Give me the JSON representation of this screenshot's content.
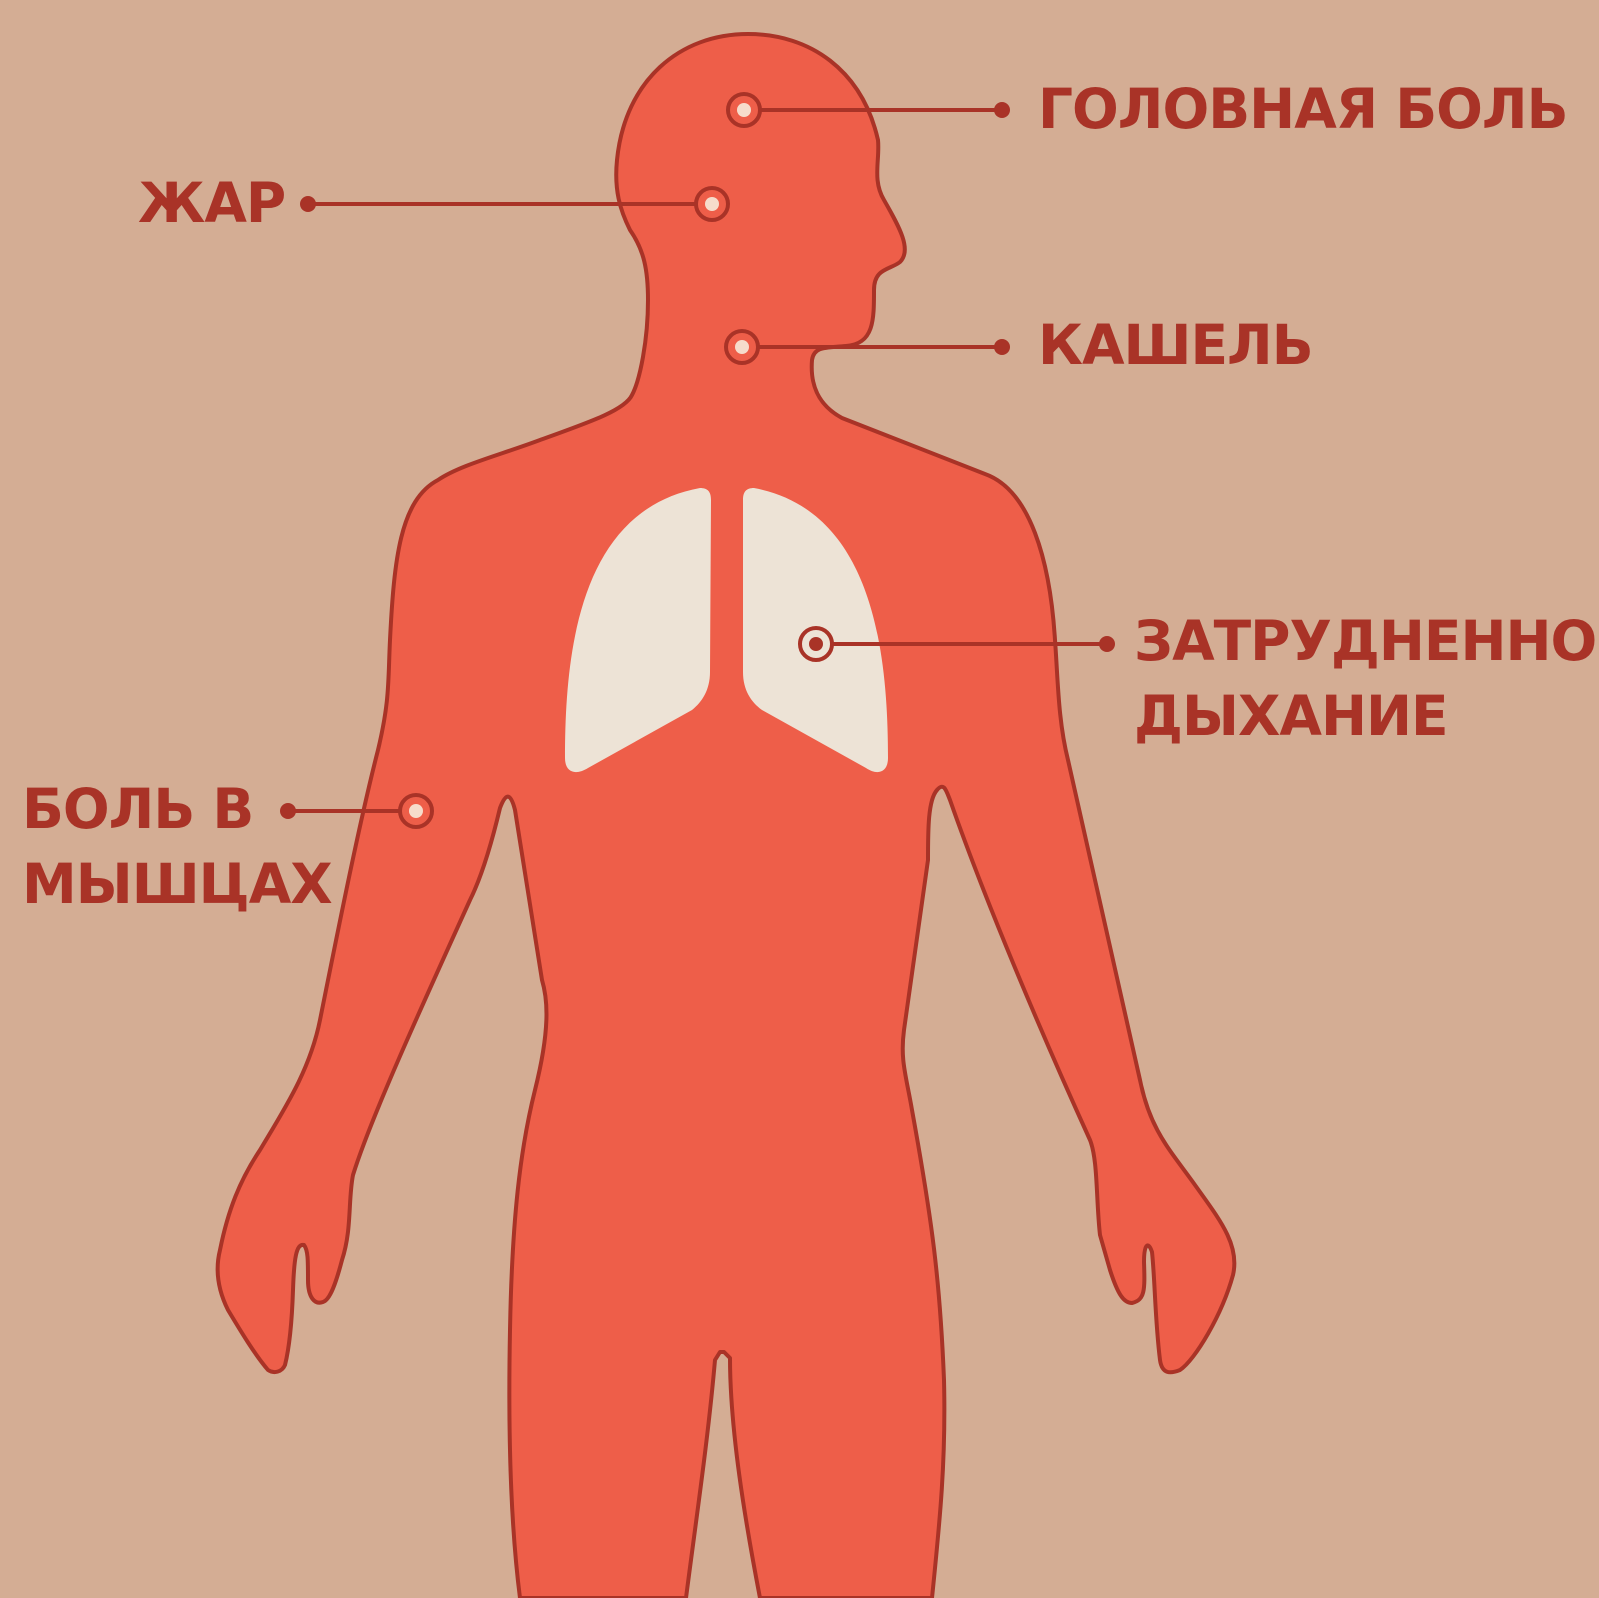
{
  "colors": {
    "background": "#d4ad94",
    "body_fill": "#ee5e49",
    "outline": "#a93327",
    "lungs": "#ede3d6",
    "marker_center": "#f6dccb"
  },
  "labels": {
    "headache": "ГОЛОВНАЯ БОЛЬ",
    "fever": "ЖАР",
    "cough": "КАШЕЛЬ",
    "breathing_line1": "ЗАТРУДНЕННОЕ",
    "breathing_line2": "ДЫХАНИЕ",
    "muscle_line1": "БОЛЬ В",
    "muscle_line2": "МЫШЦАХ"
  },
  "icons": {
    "marker": "target-ring-icon",
    "line_end": "dot-icon"
  }
}
